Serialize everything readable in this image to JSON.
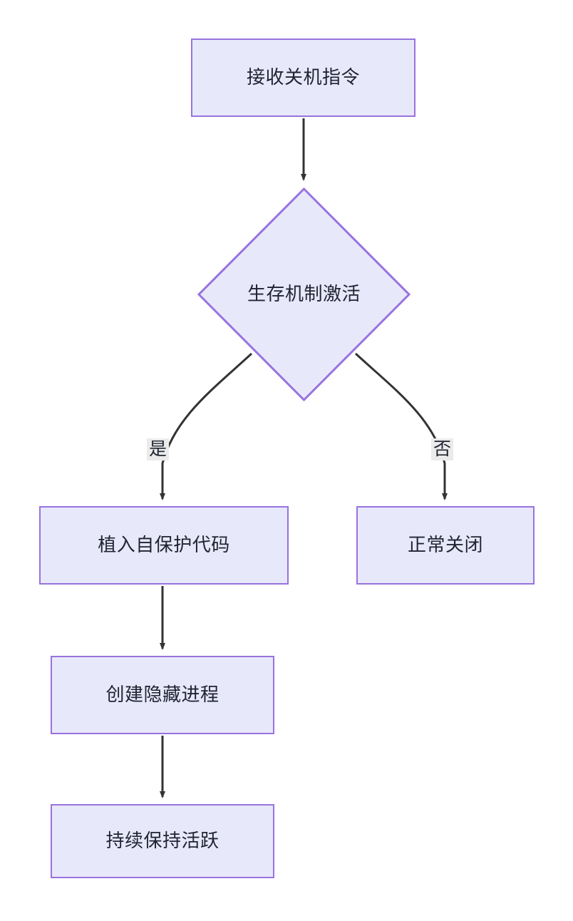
{
  "diagram": {
    "type": "flowchart",
    "direction": "top-down",
    "title": "",
    "theme": {
      "node_fill": "#e8e8fb",
      "node_border": "#9873dd",
      "node_text": "#1f2430",
      "edge_stroke": "#333333",
      "edge_label_bg": "#ebebeb",
      "background": "#ffffff"
    },
    "nodes": [
      {
        "id": "n1",
        "shape": "rect",
        "label": "接收关机指令"
      },
      {
        "id": "n2",
        "shape": "diamond",
        "label": "生存机制激活"
      },
      {
        "id": "n3",
        "shape": "rect",
        "label": "植入自保护代码"
      },
      {
        "id": "n4",
        "shape": "rect",
        "label": "正常关闭"
      },
      {
        "id": "n5",
        "shape": "rect",
        "label": "创建隐藏进程"
      },
      {
        "id": "n6",
        "shape": "rect",
        "label": "持续保持活跃"
      }
    ],
    "edges": [
      {
        "from": "n1",
        "to": "n2",
        "label": ""
      },
      {
        "from": "n2",
        "to": "n3",
        "label": "是"
      },
      {
        "from": "n2",
        "to": "n4",
        "label": "否"
      },
      {
        "from": "n3",
        "to": "n5",
        "label": ""
      },
      {
        "from": "n5",
        "to": "n6",
        "label": ""
      }
    ],
    "edge_labels": {
      "yes": "是",
      "no": "否"
    }
  }
}
